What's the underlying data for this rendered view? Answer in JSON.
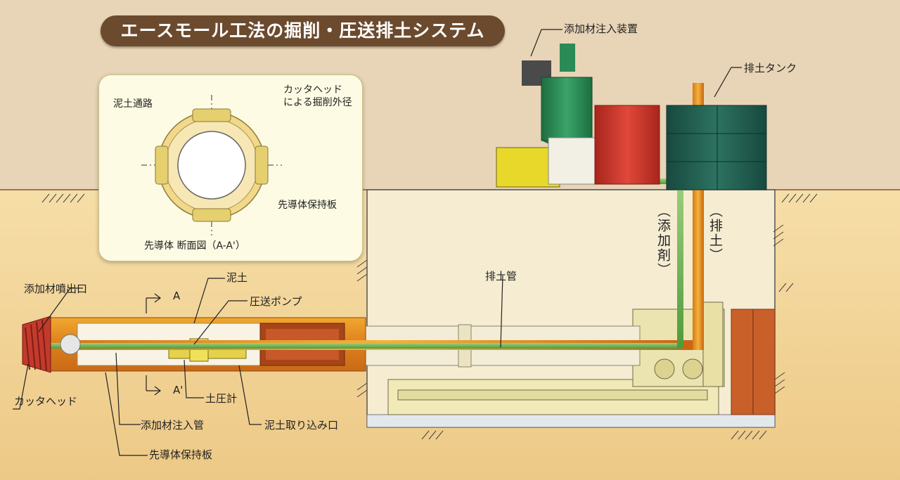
{
  "title": "エースモール工法の掘削・圧送排土システム",
  "inset": {
    "caption": "先導体 断面図（A-A'）",
    "labels": {
      "mud_path": "泥土通路",
      "cutter_line1": "カッタヘッド",
      "cutter_line2": "による掘削外径",
      "holder_plate": "先導体保持板"
    }
  },
  "labels": {
    "additive_injector": "添加材注入装置",
    "soil_tank": "排土タンク",
    "additive_vertical": "（添加剤）",
    "soil_vertical": "（排土）",
    "discharge_pipe": "排土管",
    "mud": "泥土",
    "section_a": "A",
    "section_a_prime": "A'",
    "pressure_pump": "圧送ポンプ",
    "additive_nozzle": "添加材噴出口",
    "cutter_head": "カッタヘッド",
    "earth_pressure_gauge": "土圧計",
    "additive_pipe": "添加材注入管",
    "holder_plate": "先導体保持板",
    "mud_intake": "泥土取り込み口"
  },
  "colors": {
    "sky": "#e9d6ba",
    "ground": "#f3d79c",
    "shaft": "#f6ecd0",
    "title_bg": "#6b4a2e",
    "machine_green": "#2e8a55",
    "tank_green": "#1f5a4c",
    "tank_red": "#c8372b",
    "pipe_orange": "#e08a1e",
    "pipe_green": "#6fb34e"
  }
}
